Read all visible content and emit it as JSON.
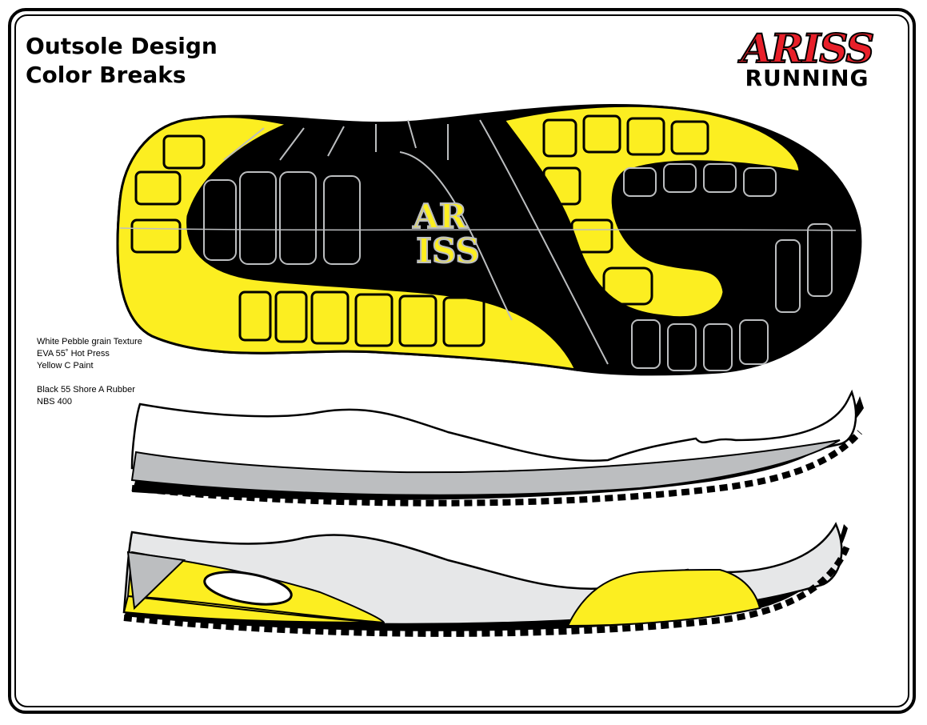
{
  "title": {
    "line1": "Outsole Design",
    "line2": "Color Breaks"
  },
  "logo": {
    "brand": "ARISS",
    "sub": "RUNNING"
  },
  "sole_logo_text": {
    "line1": "AR",
    "line2": "ISS"
  },
  "notes": {
    "material1": [
      "White Pebble grain Texture",
      "EVA 55˚ Hot Press",
      "Yellow C Paint"
    ],
    "material2": [
      "Black 55 Shore A Rubber",
      "NBS 400"
    ]
  },
  "colors": {
    "yellow": "#fcee21",
    "black": "#000000",
    "gray": "#bcbec0",
    "light_gray": "#e6e7e8",
    "logo_red": "#e8202a"
  }
}
